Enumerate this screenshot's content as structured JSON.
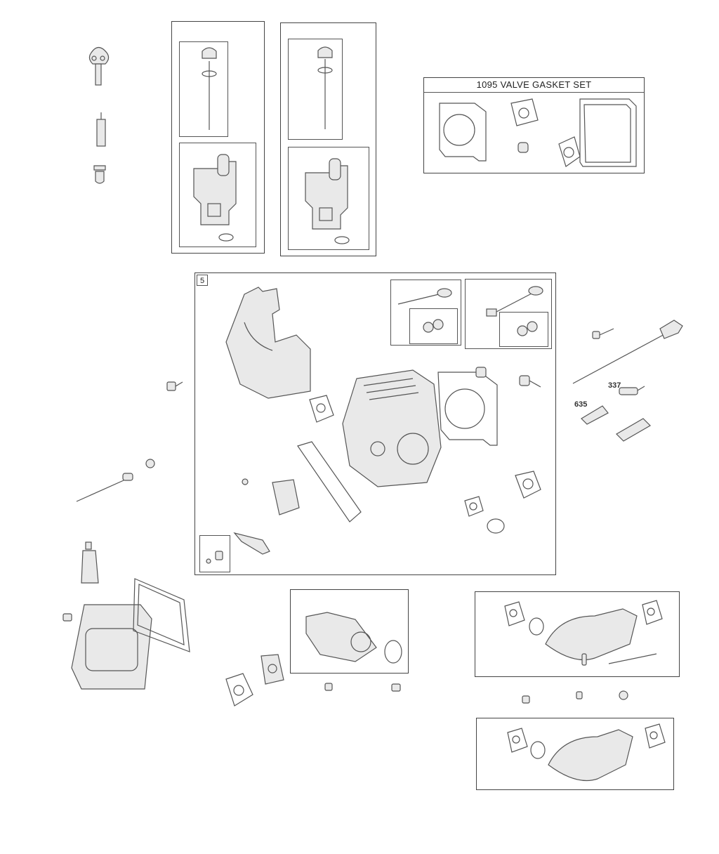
{
  "diagram": {
    "gasket_set_title": "1095 VALVE GASKET SET",
    "cylinder_head_box_number": "5",
    "callouts": {
      "part_337": "337",
      "part_635": "635"
    }
  },
  "colors": {
    "line": "#555555",
    "fill": "#e9e9e9",
    "background": "#ffffff"
  }
}
